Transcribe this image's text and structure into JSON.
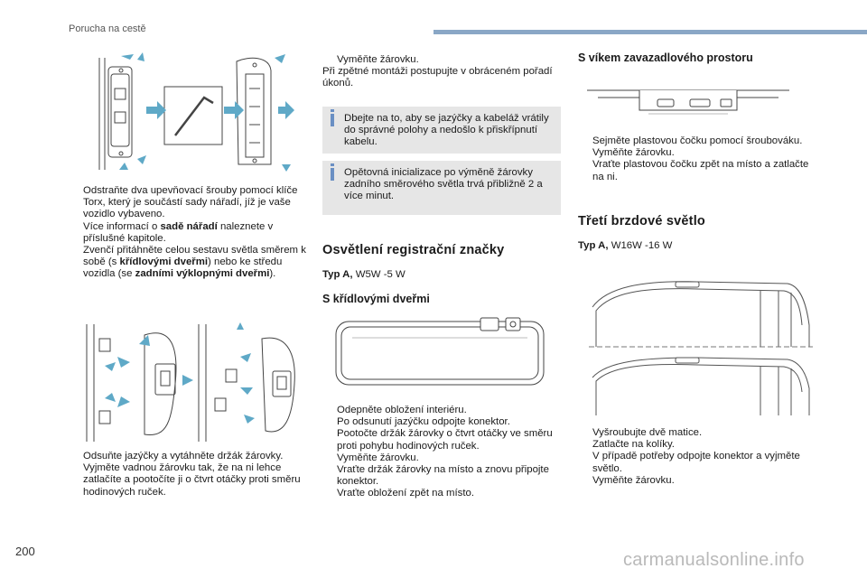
{
  "header": {
    "title": "Porucha na cestě"
  },
  "page_number": "200",
  "watermark": "carmanualsonline.info",
  "col1": {
    "step1": [
      {
        "mark": "",
        "text": "Odstraňte dva upevňovací šrouby pomocí klíče Torx, který je součástí sady nářadí, jíž je vaše vozidlo vybaveno."
      },
      {
        "mark": "",
        "pre": "Více informací o ",
        "bold": "sadě nářadí",
        "post": " naleznete v příslušné kapitole."
      },
      {
        "mark": "",
        "pre": "Zvenčí přitáhněte celou sestavu světla směrem k sobě (s ",
        "bold": "křídlovými dveřmi",
        "mid": ") nebo ke středu vozidla (se ",
        "bold2": "zadními výklopnými dveřmi",
        "post": ")."
      }
    ],
    "step2": [
      {
        "mark": "",
        "text": "Odsuňte jazýčky a vytáhněte držák žárovky."
      },
      {
        "mark": "",
        "text": "Vyjměte vadnou žárovku tak, že na ni lehce zatlačíte a pootočíte ji o čtvrt otáčky proti směru hodinových ruček."
      }
    ]
  },
  "col2": {
    "intro": [
      {
        "mark": "",
        "text": "Vyměňte žárovku."
      },
      {
        "text": "Při zpětné montáži postupujte v obráceném pořadí úkonů."
      }
    ],
    "note1": "Dbejte na to, aby se jazýčky a kabeláž vrátily do správné polohy a nedošlo k přiskřípnutí kabelu.",
    "note2": "Opětovná inicializace po výměně žárovky zadního směrového světla trvá přibližně 2 a více minut.",
    "section_title": "Osvětlení registrační značky",
    "typ_label": "Typ A,",
    "typ_value": "W5W -5 W",
    "subsection_title": "S křídlovými dveřmi",
    "steps": [
      {
        "mark": "",
        "text": "Odepněte obložení interiéru."
      },
      {
        "mark": "",
        "text": "Po odsunutí jazýčku odpojte konektor."
      },
      {
        "mark": "",
        "text": "Pootočte držák žárovky o čtvrt otáčky ve směru proti pohybu hodinových ruček."
      },
      {
        "mark": "",
        "text": "Vyměňte žárovku."
      },
      {
        "mark": "",
        "text": "Vraťte držák žárovky na místo a znovu připojte konektor."
      },
      {
        "mark": "",
        "text": "Vraťte obložení zpět na místo."
      }
    ]
  },
  "col3": {
    "section1_title": "S víkem zavazadlového prostoru",
    "steps1": [
      {
        "mark": "",
        "text": "Sejměte plastovou čočku pomocí šroubováku."
      },
      {
        "mark": "",
        "text": "Vyměňte žárovku."
      },
      {
        "mark": "",
        "text": "Vraťte plastovou čočku zpět na místo a zatlačte na ni."
      }
    ],
    "section2_title": "Třetí brzdové světlo",
    "typ_label": "Typ A,",
    "typ_value": "W16W -16 W",
    "steps2": [
      {
        "mark": "",
        "text": "Vyšroubujte dvě matice."
      },
      {
        "mark": "",
        "text": "Zatlačte na kolíky."
      },
      {
        "mark": "",
        "text": "V případě potřeby odpojte konektor a vyjměte světlo."
      },
      {
        "mark": "",
        "text": "Vyměňte žárovku."
      }
    ]
  }
}
